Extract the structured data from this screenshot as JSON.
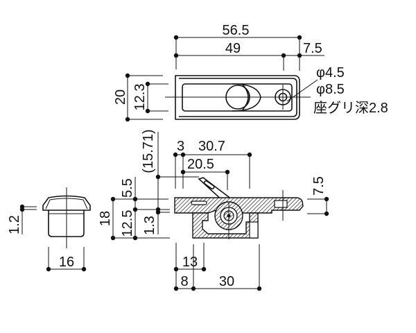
{
  "top_view": {
    "dim_overall_length": "56.5",
    "dim_hole_pitch": "49",
    "dim_hole_offset": "7.5",
    "dim_height": "20",
    "dim_slot_height": "12.3",
    "callout_hole": "φ4.5",
    "callout_counterbore": "φ8.5",
    "callout_depth": "座グリ深2.8"
  },
  "side_view": {
    "dim_ref_height": "(15.71)",
    "dim_3": "3",
    "dim_30_7": "30.7",
    "dim_20_5": "20.5",
    "dim_5_5": "5.5",
    "dim_18": "18",
    "dim_12_5": "12.5",
    "dim_1_3": "1.3",
    "dim_right_7_5": "7.5",
    "dim_13": "13",
    "dim_8": "8",
    "dim_30": "30"
  },
  "cap_view": {
    "dim_1_2": "1.2",
    "dim_16": "16"
  }
}
